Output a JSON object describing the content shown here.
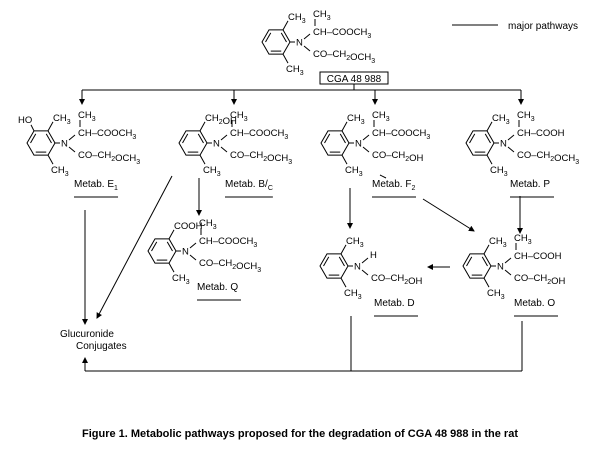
{
  "legend": {
    "label": "major pathways"
  },
  "parent": {
    "id": "cga",
    "name": "CGA 48 988",
    "groups": {
      "ortho_top": "CH3",
      "ortho_bottom": "CH3",
      "alpha_top": "CH3",
      "chain1": "CH–COOCH3",
      "chain2": "CO–CH2OCH3"
    }
  },
  "metabolites": [
    {
      "id": "E1",
      "label": "Metab. E",
      "label_sub": "1",
      "meta": "HO",
      "ortho_top": "CH3",
      "ortho_bottom": "CH3",
      "alpha_top": "CH3",
      "chain1": "CH–COOCH3",
      "chain2": "CO–CH2OCH3"
    },
    {
      "id": "BC",
      "label": "Metab. B/",
      "label_sub": "C",
      "ortho_top": "CH2OH",
      "ortho_bottom": "CH3",
      "alpha_top": "CH3",
      "chain1": "CH–COOCH3",
      "chain2": "CO–CH2OCH3"
    },
    {
      "id": "F2",
      "label": "Metab. F",
      "label_sub": "2",
      "ortho_top": "CH3",
      "ortho_bottom": "CH3",
      "alpha_top": "CH3",
      "chain1": "CH–COOCH3",
      "chain2": "CO–CH2OH"
    },
    {
      "id": "P",
      "label": "Metab. P",
      "ortho_top": "CH3",
      "ortho_bottom": "CH3",
      "alpha_top": "CH3",
      "chain1": "CH–COOH",
      "chain2": "CO–CH2OCH3"
    },
    {
      "id": "Q",
      "label": "Metab. Q",
      "ortho_top": "COOH",
      "ortho_bottom": "CH3",
      "alpha_top": "CH3",
      "chain1": "CH–COOCH3",
      "chain2": "CO–CH2OCH3"
    },
    {
      "id": "D",
      "label": "Metab. D",
      "ortho_top": "CH3",
      "ortho_bottom": "CH3",
      "nh": "H",
      "chain2": "CO–CH2OH"
    },
    {
      "id": "O",
      "label": "Metab. O",
      "ortho_top": "CH3",
      "ortho_bottom": "CH3",
      "alpha_top": "CH3",
      "chain1": "CH–COOH",
      "chain2": "CO–CH2OH"
    }
  ],
  "sink": {
    "line1": "Glucuronide",
    "line2": "Conjugates"
  },
  "pathways": [
    {
      "from": "CGA 48 988",
      "to": "Metab. E1"
    },
    {
      "from": "CGA 48 988",
      "to": "Metab. B/C"
    },
    {
      "from": "CGA 48 988",
      "to": "Metab. F2"
    },
    {
      "from": "CGA 48 988",
      "to": "Metab. P"
    },
    {
      "from": "Metab. B/C",
      "to": "Metab. Q"
    },
    {
      "from": "Metab. B/C",
      "to": "Glucuronide Conjugates"
    },
    {
      "from": "Metab. E1",
      "to": "Glucuronide Conjugates"
    },
    {
      "from": "Metab. F2",
      "to": "Metab. D"
    },
    {
      "from": "Metab. F2",
      "to": "Metab. O"
    },
    {
      "from": "Metab. P",
      "to": "Metab. O"
    },
    {
      "from": "Metab. O",
      "to": "Metab. D"
    },
    {
      "from": "Metab. D",
      "to": "Glucuronide Conjugates"
    },
    {
      "from": "Metab. O",
      "to": "Glucuronide Conjugates"
    }
  ],
  "caption": "Figure 1.  Metabolic pathways proposed for the degradation of CGA 48 988 in the rat"
}
